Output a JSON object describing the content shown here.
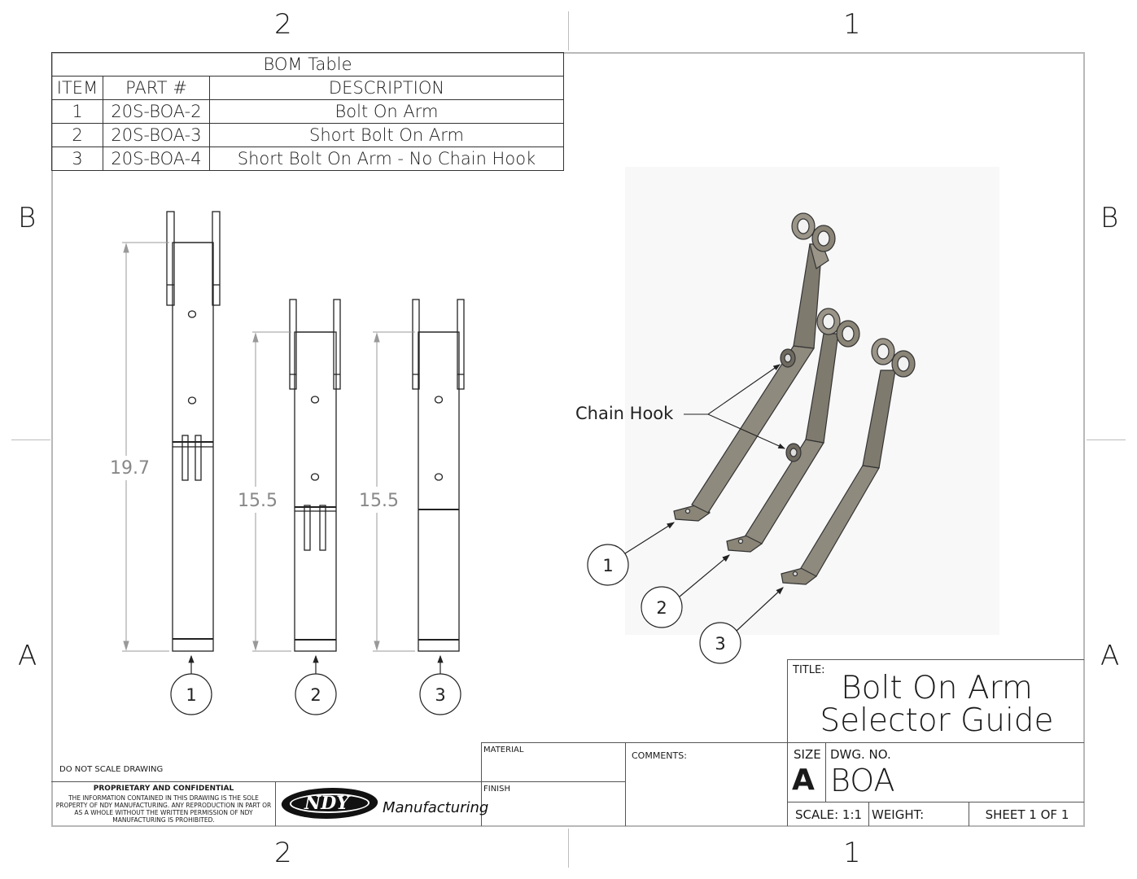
{
  "zones": {
    "top_left": "2",
    "top_right": "1",
    "bottom_left": "2",
    "bottom_right": "1",
    "side_top_left": "B",
    "side_top_right": "B",
    "side_bottom_left": "A",
    "side_bottom_right": "A"
  },
  "bom": {
    "title": "BOM Table",
    "headers": [
      "ITEM",
      "PART #",
      "DESCRIPTION"
    ],
    "rows": [
      {
        "item": "1",
        "part": "20S-BOA-2",
        "desc": "Bolt On Arm"
      },
      {
        "item": "2",
        "part": "20S-BOA-3",
        "desc": "Short Bolt On Arm"
      },
      {
        "item": "3",
        "part": "20S-BOA-4",
        "desc": "Short Bolt On Arm - No Chain Hook"
      }
    ]
  },
  "dimensions": {
    "d1": "19.7",
    "d2": "15.5",
    "d3": "15.5"
  },
  "balloons": {
    "front1": "1",
    "front2": "2",
    "front3": "3",
    "iso1": "1",
    "iso2": "2",
    "iso3": "3"
  },
  "callout": "Chain Hook",
  "title_block": {
    "title_label": "TITLE:",
    "title_line1": "Bolt On Arm",
    "title_line2": "Selector Guide",
    "material_label": "MATERIAL",
    "finish_label": "FINISH",
    "comments_label": "COMMENTS:",
    "do_not_scale": "DO NOT SCALE DRAWING",
    "proprietary_title": "PROPRIETARY AND CONFIDENTIAL",
    "proprietary_text": "THE INFORMATION CONTAINED IN THIS DRAWING IS THE SOLE PROPERTY OF NDY MANUFACTURING. ANY REPRODUCTION IN PART OR AS A WHOLE WITHOUT THE WRITTEN PERMISSION OF NDY MANUFACTURING IS PROHIBITED.",
    "size_label": "SIZE",
    "size_value": "A",
    "dwg_label": "DWG.  NO.",
    "dwg_value": "BOA",
    "scale": "SCALE: 1:1",
    "weight": "WEIGHT:",
    "sheet": "SHEET 1 OF 1",
    "logo_mark": "NDY",
    "logo_text": "Manufacturing"
  }
}
